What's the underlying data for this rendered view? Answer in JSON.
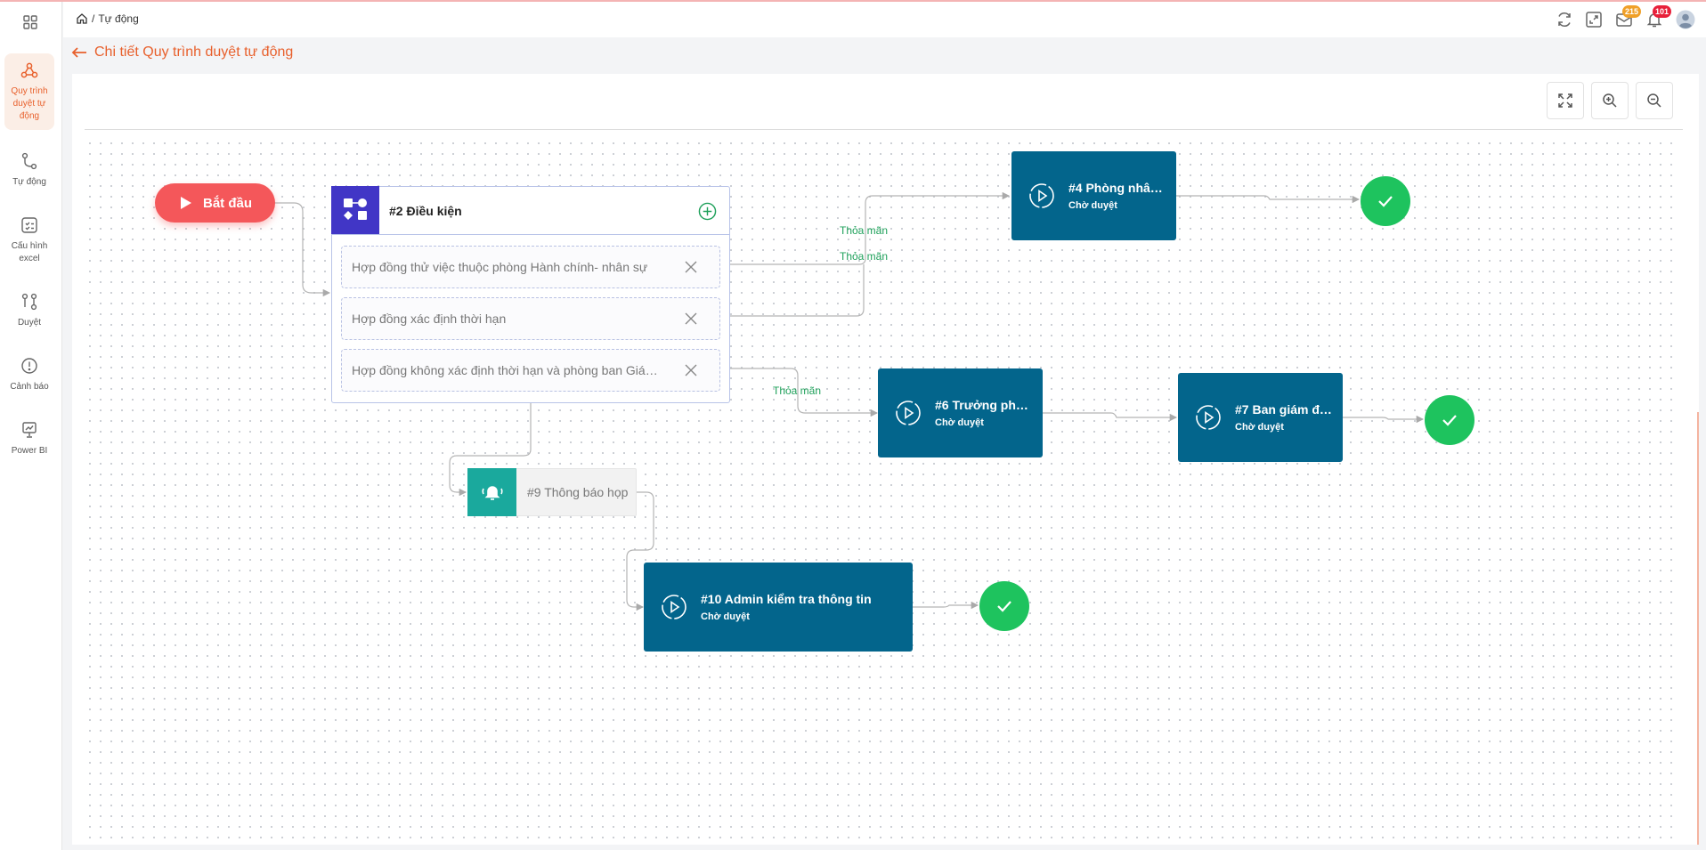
{
  "header": {
    "breadcrumb_sep": "/",
    "breadcrumb_current": "Tự động",
    "mail_badge": "215",
    "notification_badge": "101"
  },
  "sidebar": {
    "items": [
      {
        "label": "Quy trình duyệt tự động",
        "icon": "workflow-icon",
        "active": true
      },
      {
        "label": "Tự động",
        "icon": "auto-flow-icon"
      },
      {
        "label": "Cấu hình excel",
        "icon": "excel-config-icon"
      },
      {
        "label": "Duyệt",
        "icon": "approve-flow-icon"
      },
      {
        "label": "Cảnh báo",
        "icon": "warning-icon"
      },
      {
        "label": "Power BI",
        "icon": "power-bi-icon"
      }
    ]
  },
  "page": {
    "title": "Chi tiết Quy trình duyệt tự động"
  },
  "flow": {
    "start": {
      "label": "Bắt đầu"
    },
    "condition": {
      "title": "#2 Điều kiện",
      "rows": [
        "Hợp đồng thử việc thuộc phòng Hành chính- nhân sự",
        "Hợp đồng xác định thời hạn",
        "Hợp đồng không xác định thời hạn và phòng ban Giá…"
      ]
    },
    "edge_labels": [
      "Thỏa mãn",
      "Thỏa mãn",
      "Thỏa mãn"
    ],
    "steps": [
      {
        "name": "#4 Phòng nhâ…",
        "status": "Chờ duyệt"
      },
      {
        "name": "#6 Trưởng ph…",
        "status": "Chờ duyệt"
      },
      {
        "name": "#7 Ban giám đ…",
        "status": "Chờ duyệt"
      },
      {
        "name": "#10 Admin kiểm tra thông tin",
        "status": "Chờ duyệt"
      }
    ],
    "notification": {
      "label": "#9 Thông báo họp"
    }
  },
  "colors": {
    "accent": "#e8602c",
    "start": "#f4575a",
    "condition": "#4136c6",
    "step": "#03658c",
    "done": "#1ec35e",
    "notify": "#1aa99d",
    "edge_label": "#1ea05a"
  }
}
